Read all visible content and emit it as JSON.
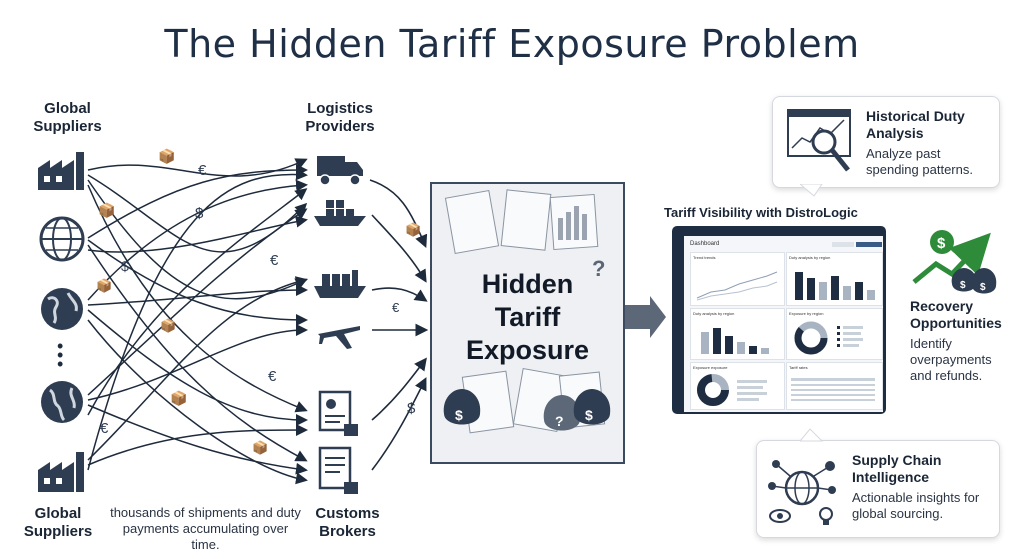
{
  "title": "The Hidden Tariff Exposure Problem",
  "labels": {
    "suppliers_top": "Global Suppliers",
    "suppliers_bottom": "Global Suppliers",
    "logistics": "Logistics Providers",
    "customs": "Customs Brokers",
    "shipments_note": "thousands of shipments and duty payments accumulating over time."
  },
  "center": {
    "line1": "Hidden",
    "line2": "Tariff",
    "line3": "Exposure"
  },
  "visibility_title": "Tariff Visibility with DistroLogic",
  "dashboard": {
    "header": "Dashboard",
    "panel1": "Trend trends",
    "panel2": "Duty analysis by region",
    "panel3": "Duty analysis by region",
    "panel4": "Exposure by region",
    "panel5": "Exposure exposure",
    "panel6": "Tariff rates"
  },
  "callouts": {
    "historical": {
      "title": "Historical Duty Analysis",
      "text": "Analyze past spending patterns."
    },
    "recovery": {
      "title": "Recovery Opportunities",
      "text": "Identify overpayments and refunds."
    },
    "supply": {
      "title": "Supply Chain Intelligence",
      "text": "Actionable insights for global sourcing."
    }
  },
  "colors": {
    "navy": "#1f2d42",
    "dark": "#2f3d52",
    "green": "#2e8b3a"
  },
  "icons": [
    "factory-icon",
    "globe-icon",
    "truck-icon",
    "ship-icon",
    "plane-icon",
    "customs-document-icon",
    "money-bag-icon",
    "magnifier-chart-icon",
    "growth-arrow-icon",
    "network-globe-icon"
  ]
}
